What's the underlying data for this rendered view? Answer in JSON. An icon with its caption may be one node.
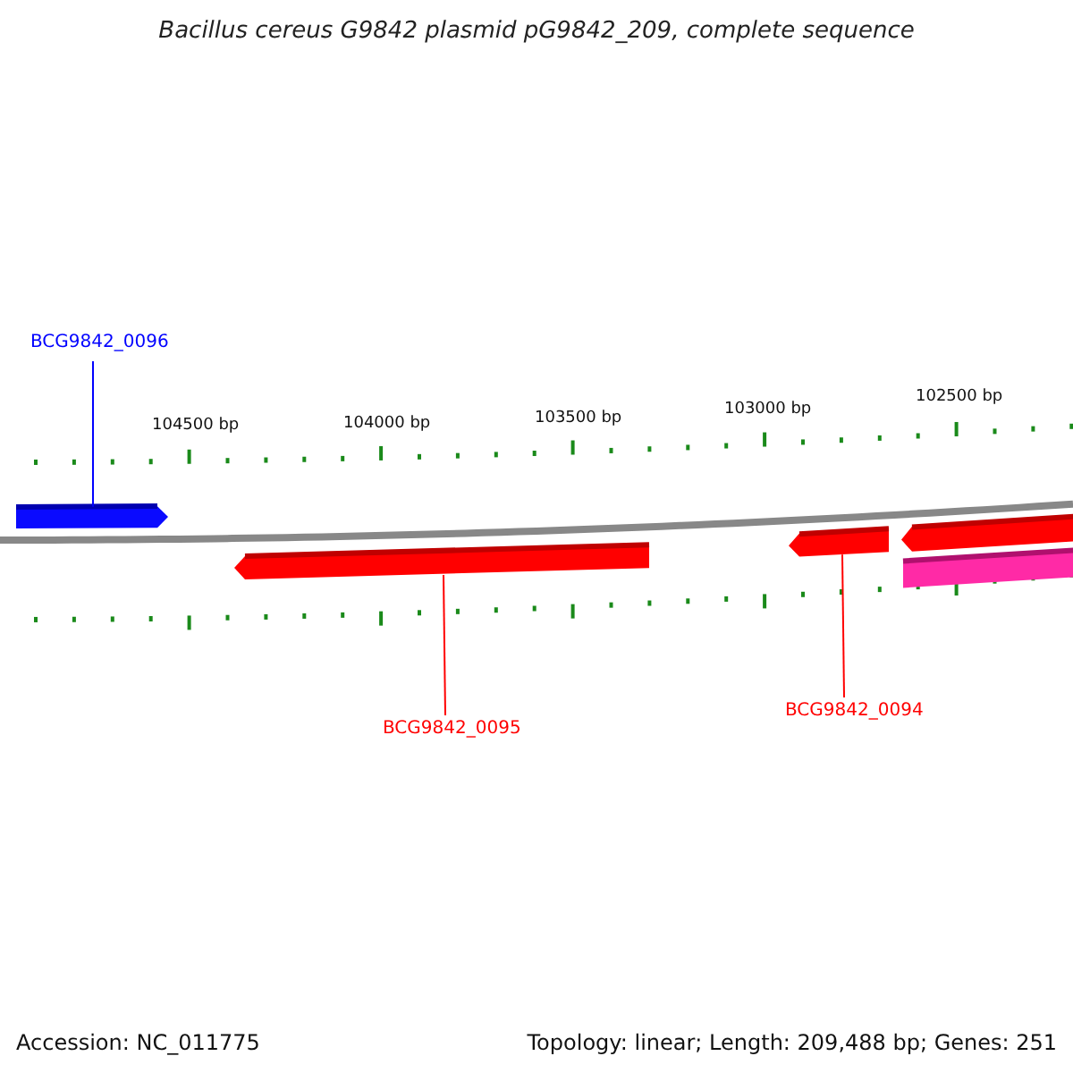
{
  "diagram": {
    "title": "Bacillus cereus G9842 plasmid pG9842_209, complete sequence",
    "nodes": [
      {
        "text": [
          "BCG9842_0096"
        ]
      },
      {
        "text": [],
        "shape": "bar"
      },
      {
        "text": [],
        "shape": "bar"
      },
      {
        "text": [],
        "shape": "bar"
      },
      {
        "text": [],
        "shape": "bar"
      },
      {
        "text": [],
        "shape": "bar"
      },
      {
        "text": [
          "BCG9842_0095"
        ]
      },
      {
        "text": [
          "BCG9842_0094"
        ]
      }
    ],
    "edges": [
      {
        "from": 0,
        "to": 1,
        "arrow": "none",
        "color": "#0000ff"
      },
      {
        "from": 6,
        "to": 2,
        "arrow": "none"
      },
      {
        "from": 7,
        "to": 3,
        "arrow": "none"
      }
    ],
    "labels": [
      "104500 bp",
      "104000 bp",
      "103500 bp",
      "103000 bp",
      "102500 bp",
      "Accession: NC_011775",
      "Topology: linear; Length: 209,488 bp; Genes: 251"
    ]
  }
}
